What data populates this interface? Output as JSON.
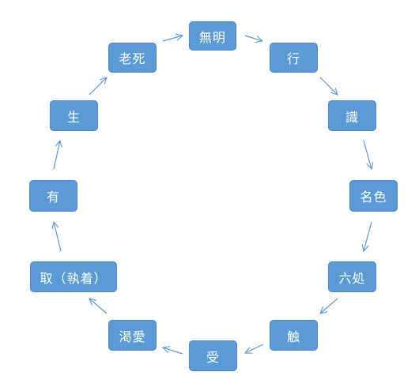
{
  "cycle": {
    "nodes": [
      {
        "id": "mumyo",
        "label": "無明"
      },
      {
        "id": "gyo",
        "label": "行"
      },
      {
        "id": "shiki",
        "label": "識"
      },
      {
        "id": "myoshiki",
        "label": "名色"
      },
      {
        "id": "rokusho",
        "label": "六処"
      },
      {
        "id": "soku",
        "label": "触"
      },
      {
        "id": "ju",
        "label": "受"
      },
      {
        "id": "katsuai",
        "label": "渇愛"
      },
      {
        "id": "shu",
        "label": "取（執着）"
      },
      {
        "id": "u",
        "label": "有"
      },
      {
        "id": "sho",
        "label": "生"
      },
      {
        "id": "roshi",
        "label": "老死"
      }
    ]
  },
  "colors": {
    "node_fill": "#5b9bd5",
    "node_border": "#4a86bf",
    "node_text": "#ffffff",
    "arrow": "#5b9bd5",
    "background": "#ffffff"
  }
}
